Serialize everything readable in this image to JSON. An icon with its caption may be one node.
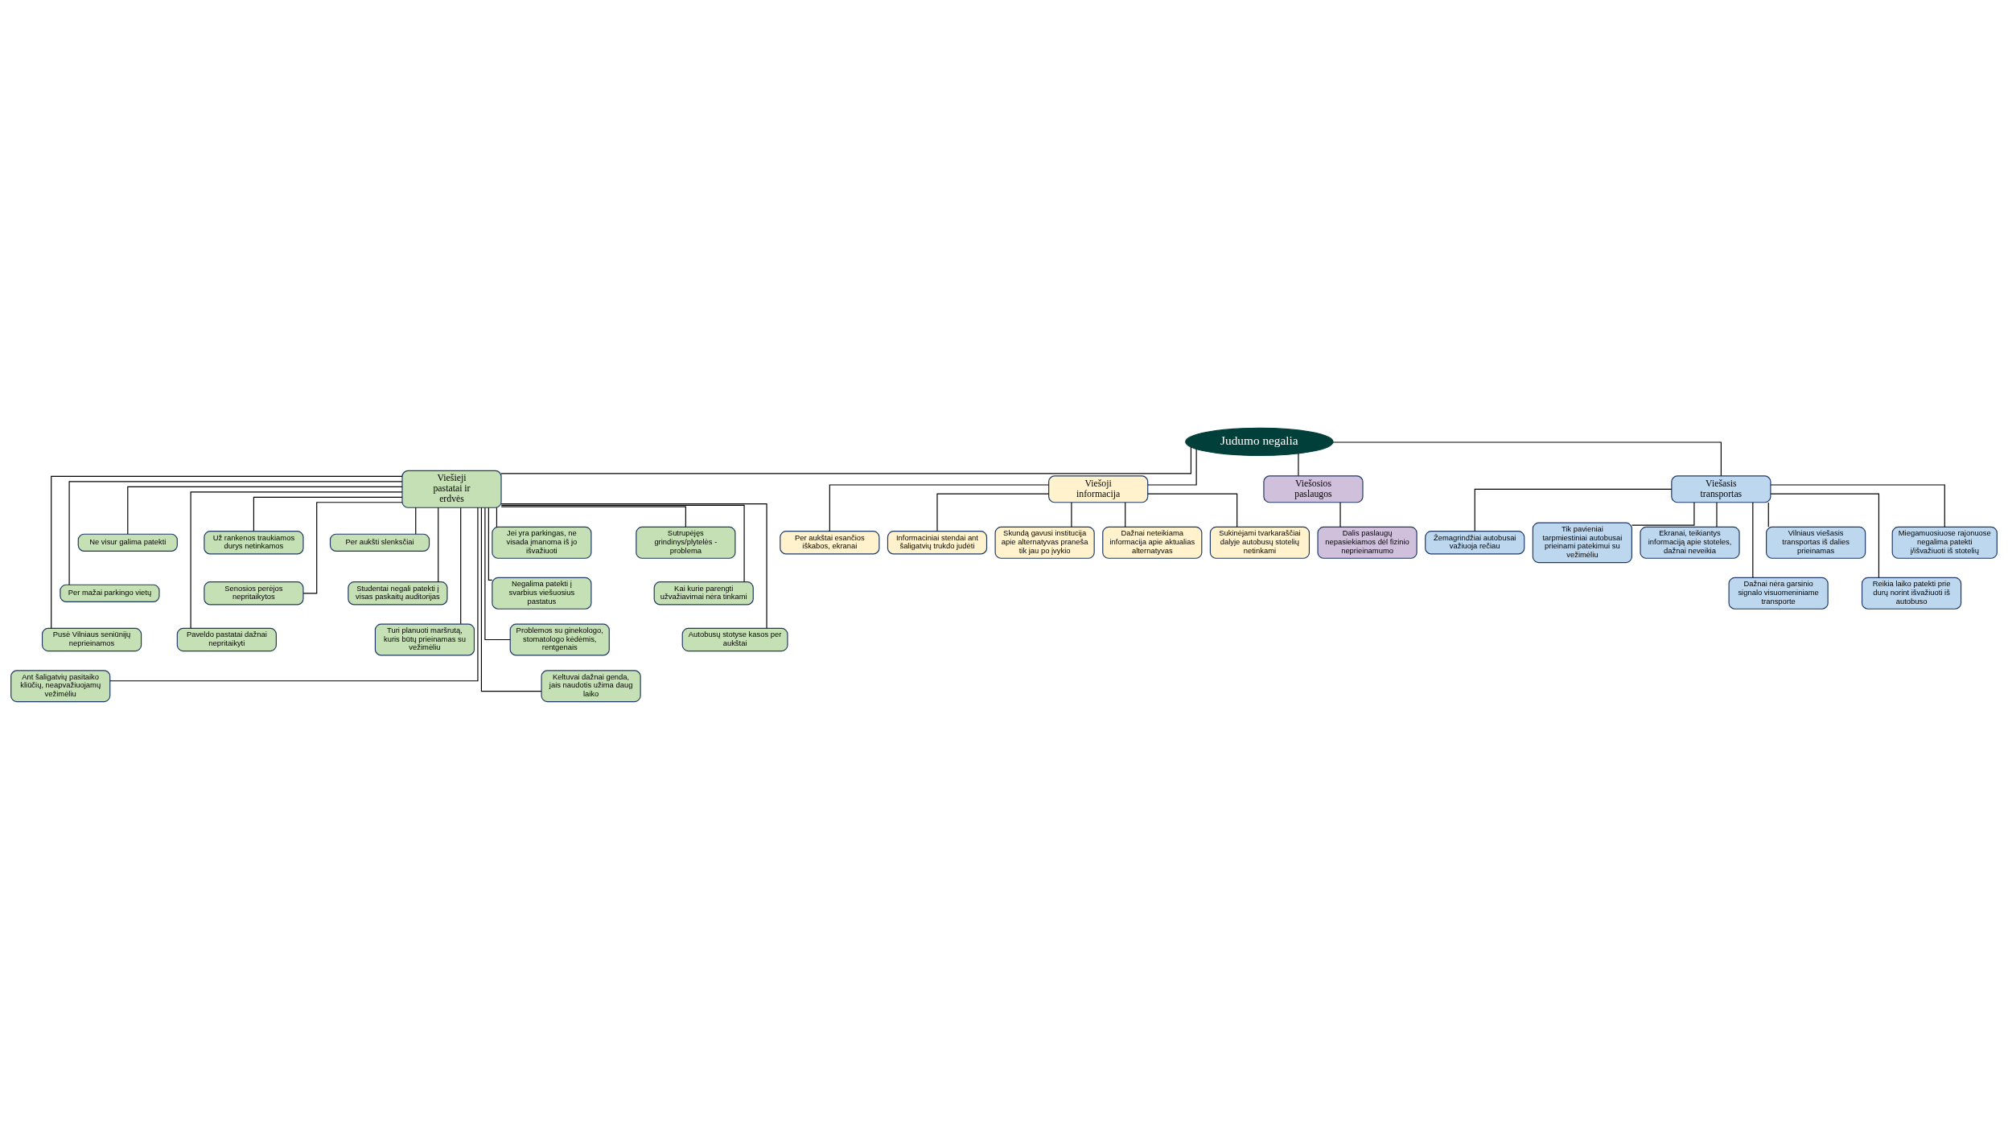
{
  "diagram": {
    "nodes": [
      {
        "text": [
          "Judumo negalia"
        ]
      },
      {
        "text": [
          "Viešieji pastatai ir erdvės"
        ]
      },
      {
        "text": [
          "Viešoji informacija"
        ]
      },
      {
        "text": [
          "Viešosios paslaugos"
        ]
      },
      {
        "text": [
          "Viešasis transportas"
        ]
      },
      {
        "text": [
          "Ne visur galima patekti"
        ]
      },
      {
        "text": [
          "Jei yra parkingas, ne visada įmanoma iš jo išvažiuoti"
        ]
      },
      {
        "text": [
          "Sutrupėjęs grindinys/plytelės - problema"
        ]
      },
      {
        "text": [
          "Už rankenos traukiamos durys netinkamos"
        ]
      },
      {
        "text": [
          "Per aukšti slenksčiai"
        ]
      },
      {
        "text": [
          "Per mažai parkingo vietų"
        ]
      },
      {
        "text": [
          "Negalima patekti į svarbius viešuosius pastatus"
        ]
      },
      {
        "text": [
          "Kai kurie parengti užvažiavimai nėra tinkami"
        ]
      },
      {
        "text": [
          "Senosios perėjos nepritaikytos"
        ]
      },
      {
        "text": [
          "Studentai negali patekti į visas paskaitų auditorijas"
        ]
      },
      {
        "text": [
          "Pusė Vilniaus seniūnijų neprieinamos"
        ]
      },
      {
        "text": [
          "Problemos su ginekologo, stomatologo kėdėmis, rentgenais"
        ]
      },
      {
        "text": [
          "Autobusų stotyse kasos per aukštai"
        ]
      },
      {
        "text": [
          "Paveldo pastatai dažnai nepritaikyti"
        ]
      },
      {
        "text": [
          "Turi planuoti maršrutą, kuris būtų prieinamas su vežimėliu"
        ]
      },
      {
        "text": [
          "Ant šaligatvių pasitaiko kliūčių, neapvažiuojamų vežimėliu"
        ]
      },
      {
        "text": [
          "Keltuvai dažnai genda, jais naudotis užima daug laiko"
        ]
      },
      {
        "text": [
          "Per aukštai esančios iškabos, ekranai"
        ]
      },
      {
        "text": [
          "Informaciniai stendai ant šaligatvių trukdo judėti"
        ]
      },
      {
        "text": [
          "Skundą gavusi institucija apie alternatyvas praneša tik jau po įvykio"
        ]
      },
      {
        "text": [
          "Dažnai neteikiama informacija apie aktualias alternatyvas"
        ]
      },
      {
        "text": [
          "Sukinėjami tvarkaraščiai dalyje autobusų stotelių netinkami"
        ]
      },
      {
        "text": [
          "Dalis paslaugų nepasiekiamos dėl fizinio neprieinamumo"
        ]
      },
      {
        "text": [
          "Vilniaus viešasis transportas iš dalies prieinamas"
        ]
      },
      {
        "text": [
          "Miegamuosiuose rajonuose negalima patekti į/išvažiuoti iš stotelių"
        ]
      },
      {
        "text": [
          "Žemagrindžiai autobusai važiuoja rečiau"
        ]
      },
      {
        "text": [
          "Tik pavieniai tarpmiestiniai autobusai prieinami patekimui su vežimėliu"
        ]
      },
      {
        "text": [
          "Ekranai, teikiantys informaciją apie stoteles, dažnai neveikia"
        ]
      },
      {
        "text": [
          "Dažnai nėra garsinio signalo visuomeniniame transporte"
        ]
      },
      {
        "text": [
          "Reikia laiko patekti prie durų norint išvažiuoti iš autobuso"
        ]
      }
    ],
    "edges": [
      {
        "from": 0,
        "to": 1,
        "arrow": "none"
      },
      {
        "from": 0,
        "to": 2,
        "arrow": "none"
      },
      {
        "from": 0,
        "to": 3,
        "arrow": "none"
      },
      {
        "from": 0,
        "to": 4,
        "arrow": "none"
      },
      {
        "from": 1,
        "to": 5,
        "arrow": "none"
      },
      {
        "from": 1,
        "to": 6,
        "arrow": "none"
      },
      {
        "from": 1,
        "to": 7,
        "arrow": "none"
      },
      {
        "from": 1,
        "to": 8,
        "arrow": "none"
      },
      {
        "from": 1,
        "to": 9,
        "arrow": "none"
      },
      {
        "from": 1,
        "to": 10,
        "arrow": "none"
      },
      {
        "from": 1,
        "to": 11,
        "arrow": "none"
      },
      {
        "from": 1,
        "to": 12,
        "arrow": "none"
      },
      {
        "from": 1,
        "to": 13,
        "arrow": "none"
      },
      {
        "from": 1,
        "to": 14,
        "arrow": "none"
      },
      {
        "from": 1,
        "to": 15,
        "arrow": "none"
      },
      {
        "from": 1,
        "to": 16,
        "arrow": "none"
      },
      {
        "from": 1,
        "to": 17,
        "arrow": "none"
      },
      {
        "from": 1,
        "to": 18,
        "arrow": "none"
      },
      {
        "from": 1,
        "to": 19,
        "arrow": "none"
      },
      {
        "from": 1,
        "to": 20,
        "arrow": "none"
      },
      {
        "from": 1,
        "to": 21,
        "arrow": "none"
      },
      {
        "from": 2,
        "to": 22,
        "arrow": "none"
      },
      {
        "from": 2,
        "to": 23,
        "arrow": "none"
      },
      {
        "from": 2,
        "to": 24,
        "arrow": "none"
      },
      {
        "from": 2,
        "to": 25,
        "arrow": "none"
      },
      {
        "from": 2,
        "to": 26,
        "arrow": "none"
      },
      {
        "from": 3,
        "to": 27,
        "arrow": "none"
      },
      {
        "from": 4,
        "to": 28,
        "arrow": "none"
      },
      {
        "from": 4,
        "to": 29,
        "arrow": "none"
      },
      {
        "from": 4,
        "to": 30,
        "arrow": "none"
      },
      {
        "from": 4,
        "to": 31,
        "arrow": "none"
      },
      {
        "from": 4,
        "to": 32,
        "arrow": "none"
      },
      {
        "from": 4,
        "to": 33,
        "arrow": "none"
      },
      {
        "from": 4,
        "to": 34,
        "arrow": "none"
      }
    ]
  }
}
